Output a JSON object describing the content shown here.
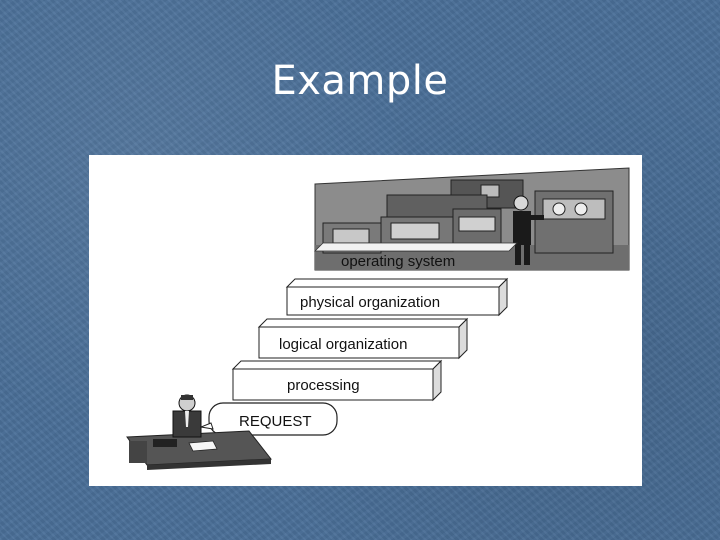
{
  "slide": {
    "title": "Example"
  },
  "diagram": {
    "steps": [
      {
        "label": "REQUEST"
      },
      {
        "label": "processing"
      },
      {
        "label": "logical organization"
      },
      {
        "label": "physical organization"
      },
      {
        "label": "operating system"
      }
    ]
  }
}
